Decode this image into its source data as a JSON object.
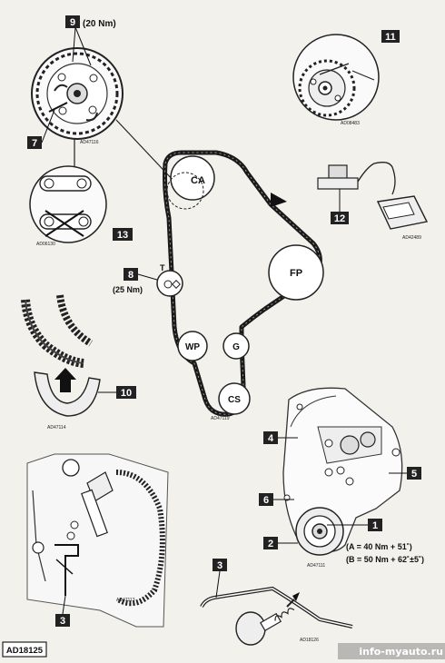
{
  "callouts": {
    "c9": "9",
    "c7": "7",
    "c13": "13",
    "c8": "8",
    "c10": "10",
    "c11": "11",
    "c12": "12",
    "c4": "4",
    "c5": "5",
    "c6": "6",
    "c1": "1",
    "c2": "2",
    "c3a": "3",
    "c3b": "3"
  },
  "torques": {
    "t9": "(20 Nm)",
    "t8": "(25 Nm)",
    "ta": "(A = 40 Nm + 51˚)",
    "tb": "(B = 50 Nm + 62˚±5˚)"
  },
  "pulleys": {
    "ca": "CA",
    "fp": "FP",
    "wp": "WP",
    "g": "G",
    "cs": "CS",
    "t": "T"
  },
  "codes": {
    "ad47116": "AD47116",
    "ad08483": "AD08483",
    "ad06130": "AD06130",
    "ad42489": "AD42489",
    "ad47114": "AD47114",
    "ad47119": "AD47119",
    "ad47111": "AD47111",
    "ad47113": "AD47113",
    "ad18126": "AD18126"
  },
  "figure_id": "AD18125",
  "watermark": "info-myauto.ru"
}
